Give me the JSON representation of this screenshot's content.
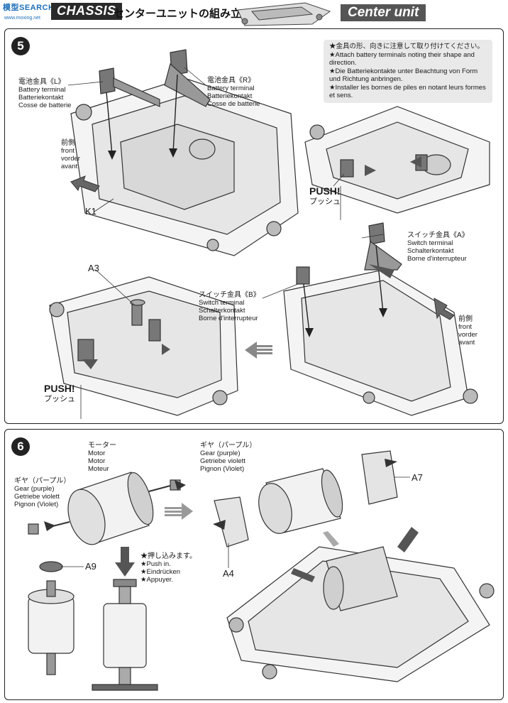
{
  "header": {
    "watermark": "模型SEARCH",
    "watermark_sub": "www.moxing.net",
    "section_en": "CHASSIS",
    "section_jp": "センターユニットの組み立て",
    "title_en": "Center unit"
  },
  "step5": {
    "number": "5",
    "notes": [
      "★金具の形、向きに注意して取り付けてください。",
      "★Attach battery terminals noting their shape and direction.",
      "★Die Batteriekontakte unter Beachtung von Form und Richtung anbringen.",
      "★Installer les bornes de piles en notant leurs formes et sens."
    ],
    "battery_l": [
      "電池金具《L》",
      "Battery terminal",
      "Batteriekontakt",
      "Cosse de batterie"
    ],
    "battery_r": [
      "電池金具《R》",
      "Battery terminal",
      "Batteriekontakt",
      "Cosse de batterie"
    ],
    "front_left": [
      "前側",
      "front",
      "vorder",
      "avant"
    ],
    "front_right": [
      "前側",
      "front",
      "vorder",
      "avant"
    ],
    "switch_a": [
      "スイッチ金具《A》",
      "Switch terminal",
      "Schalterkontakt",
      "Borne d'interrupteur"
    ],
    "switch_b": [
      "スイッチ金具《B》",
      "Switch terminal",
      "Schalterkontakt",
      "Borne d'interrupteur"
    ],
    "part_k1": "K1",
    "part_a3": "A3",
    "push_upper": {
      "en": "PUSH!",
      "jp": "プッシュ"
    },
    "push_lower": {
      "en": "PUSH!",
      "jp": "プッシュ"
    }
  },
  "step6": {
    "number": "6",
    "motor": [
      "モーター",
      "Motor",
      "Motor",
      "Moteur"
    ],
    "gear_left": [
      "ギヤ（パープル）",
      "Gear (purple)",
      "Getriebe violett",
      "Pignon (Violet)"
    ],
    "gear_right": [
      "ギヤ（パープル）",
      "Gear (purple)",
      "Getriebe violett",
      "Pignon (Violet)"
    ],
    "push_in": [
      "★押し込みます。",
      "★Push in.",
      "★Eindrücken",
      "★Appuyer."
    ],
    "part_a9": "A9",
    "part_a4": "A4",
    "part_a7": "A7"
  }
}
